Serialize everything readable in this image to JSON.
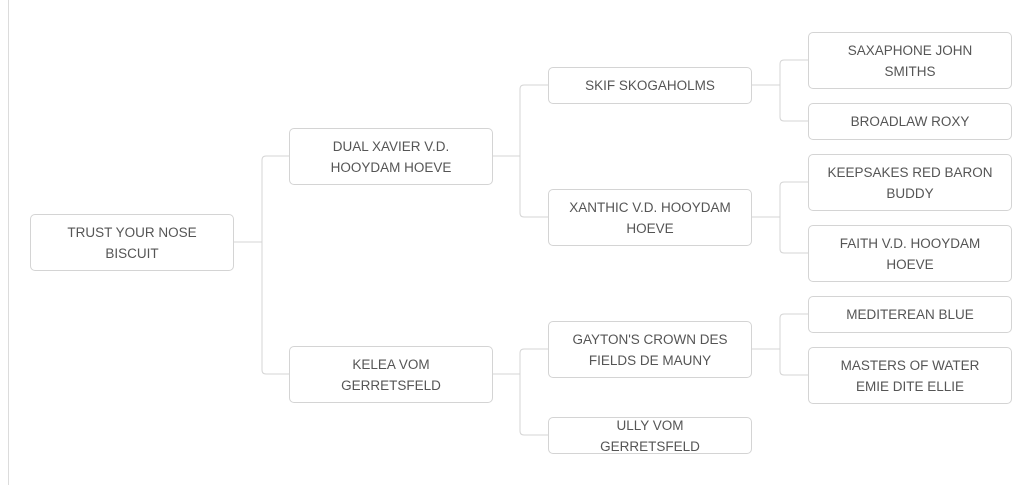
{
  "pedigree": {
    "subject": "TRUST YOUR NOSE BISCUIT",
    "sire": "DUAL XAVIER V.D. HOOYDAM HOEVE",
    "dam": "KELEA VOM GERRETSFELD",
    "sire_sire": "SKIF SKOGAHOLMS",
    "sire_dam": "XANTHIC V.D. HOOYDAM HOEVE",
    "dam_sire": "GAYTON'S CROWN DES FIELDS DE MAUNY",
    "dam_dam": "ULLY VOM GERRETSFELD",
    "sire_sire_sire": "SAXAPHONE JOHN SMITHS",
    "sire_sire_dam": "BROADLAW ROXY",
    "sire_dam_sire": "KEEPSAKES RED BARON BUDDY",
    "sire_dam_dam": "FAITH V.D. HOOYDAM HOEVE",
    "dam_sire_sire": "MEDITEREAN BLUE",
    "dam_sire_dam": "MASTERS OF WATER EMIE DITE ELLIE"
  }
}
